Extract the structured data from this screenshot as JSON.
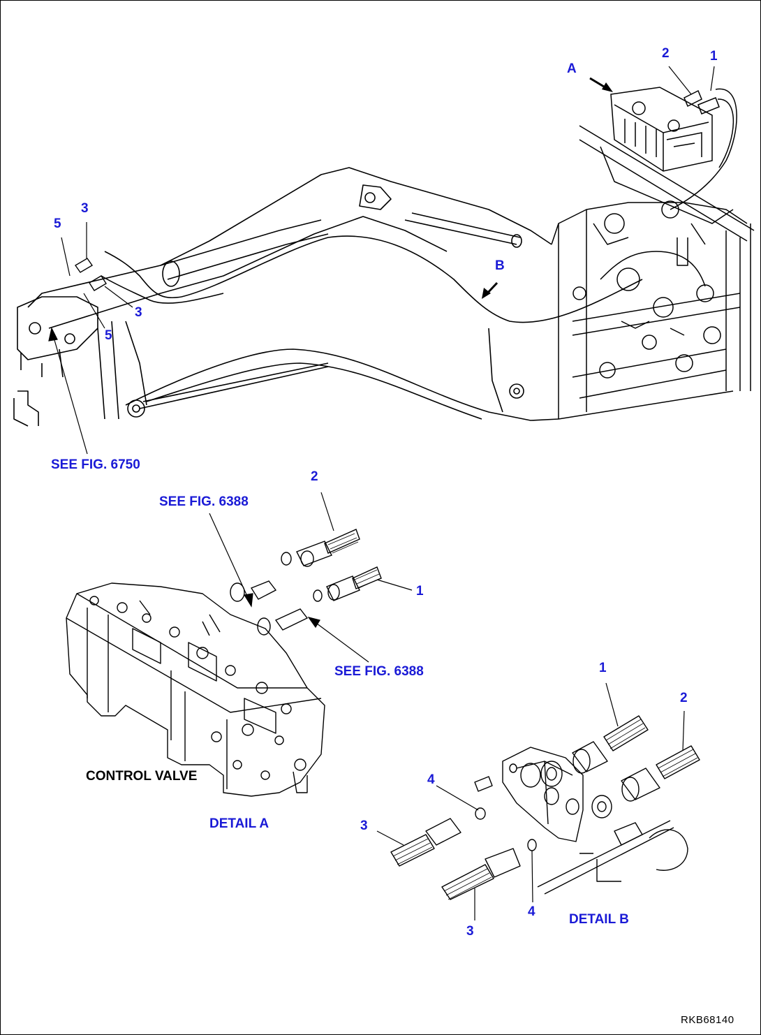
{
  "callouts": {
    "top": {
      "a": "A",
      "b": "B",
      "n1": "1",
      "n2": "2",
      "n3a": "3",
      "n3b": "3",
      "n5a": "5",
      "n5b": "5",
      "see_6750": "SEE FIG. 6750"
    },
    "detail_a": {
      "n1": "1",
      "n2": "2",
      "see_6388_top": "SEE FIG. 6388",
      "see_6388_bottom": "SEE FIG. 6388",
      "control_valve": "CONTROL VALVE",
      "title": "DETAIL A"
    },
    "detail_b": {
      "n1": "1",
      "n2": "2",
      "n3a": "3",
      "n3b": "3",
      "n4a": "4",
      "n4b": "4",
      "title": "DETAIL B"
    }
  },
  "figure_code": "RKB68140",
  "colors": {
    "callout": "#1a1ad6",
    "line": "#000000"
  }
}
